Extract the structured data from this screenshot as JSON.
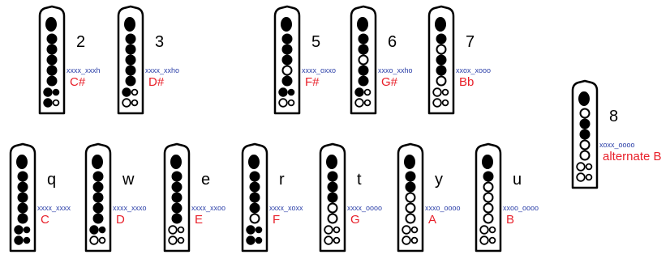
{
  "colors": {
    "outline": "#000000",
    "filled": "#000000",
    "open": "#ffffff",
    "key_label": "#000000",
    "pattern_label": "#2b3fa8",
    "note_label": "#e8202a"
  },
  "fingerings": [
    {
      "key": "2",
      "pattern": "xxxx_xxxh",
      "note": "C#",
      "holes": [
        "x",
        "x",
        "x",
        "x",
        "x",
        "x",
        "x",
        "h"
      ]
    },
    {
      "key": "3",
      "pattern": "xxxx_xxho",
      "note": "D#",
      "holes": [
        "x",
        "x",
        "x",
        "x",
        "x",
        "x",
        "h",
        "o"
      ]
    },
    {
      "key": "5",
      "pattern": "xxxx_oxxo",
      "note": "F#",
      "holes": [
        "x",
        "x",
        "x",
        "x",
        "o",
        "x",
        "x",
        "o"
      ]
    },
    {
      "key": "6",
      "pattern": "xxxo_xxho",
      "note": "G#",
      "holes": [
        "x",
        "x",
        "x",
        "o",
        "x",
        "x",
        "h",
        "o"
      ]
    },
    {
      "key": "7",
      "pattern": "xxox_xooo",
      "note": "Bb",
      "holes": [
        "x",
        "x",
        "o",
        "x",
        "x",
        "o",
        "o",
        "o"
      ]
    },
    {
      "key": "8",
      "pattern": "xoxx_oooo",
      "note": "alternate B",
      "holes": [
        "x",
        "o",
        "x",
        "x",
        "o",
        "o",
        "o",
        "o"
      ]
    },
    {
      "key": "q",
      "pattern": "xxxx_xxxx",
      "note": "C",
      "holes": [
        "x",
        "x",
        "x",
        "x",
        "x",
        "x",
        "x",
        "x"
      ]
    },
    {
      "key": "w",
      "pattern": "xxxx_xxxo",
      "note": "D",
      "holes": [
        "x",
        "x",
        "x",
        "x",
        "x",
        "x",
        "x",
        "o"
      ]
    },
    {
      "key": "e",
      "pattern": "xxxx_xxoo",
      "note": "E",
      "holes": [
        "x",
        "x",
        "x",
        "x",
        "x",
        "x",
        "o",
        "o"
      ]
    },
    {
      "key": "r",
      "pattern": "xxxx_xoxx",
      "note": "F",
      "holes": [
        "x",
        "x",
        "x",
        "x",
        "x",
        "o",
        "x",
        "x"
      ]
    },
    {
      "key": "t",
      "pattern": "xxxx_oooo",
      "note": "G",
      "holes": [
        "x",
        "x",
        "x",
        "x",
        "o",
        "o",
        "o",
        "o"
      ]
    },
    {
      "key": "y",
      "pattern": "xxxo_oooo",
      "note": "A",
      "holes": [
        "x",
        "x",
        "x",
        "o",
        "o",
        "o",
        "o",
        "o"
      ]
    },
    {
      "key": "u",
      "pattern": "xxoo_oooo",
      "note": "B",
      "holes": [
        "x",
        "x",
        "o",
        "o",
        "o",
        "o",
        "o",
        "o"
      ]
    }
  ]
}
